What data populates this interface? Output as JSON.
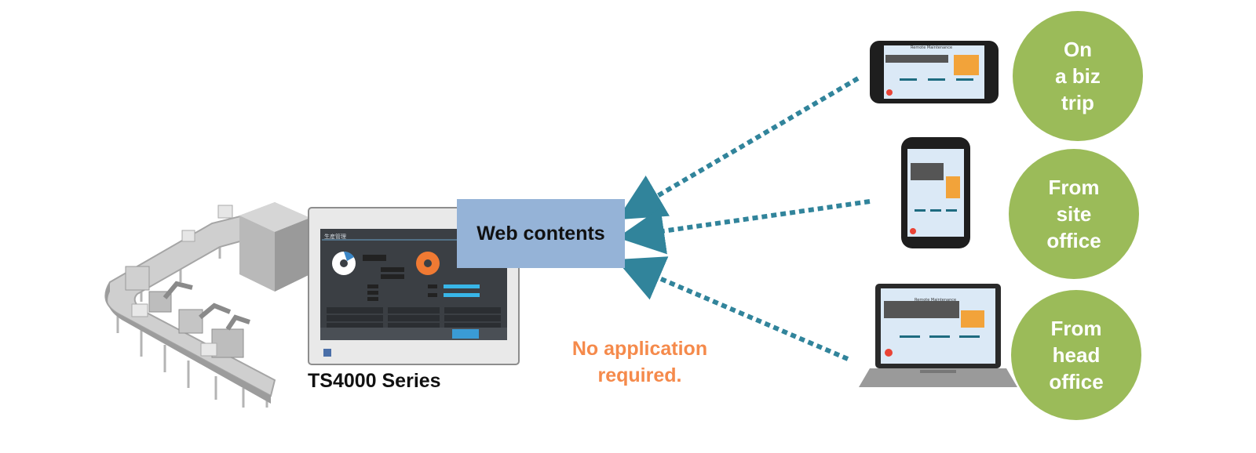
{
  "web_box": {
    "label": "Web contents"
  },
  "device": {
    "series_label": "TS4000 Series",
    "screen_title": "生産管理"
  },
  "note": {
    "line1": "No application",
    "line2": "required."
  },
  "locations": [
    {
      "lines": [
        "On",
        "a biz",
        "trip"
      ]
    },
    {
      "lines": [
        "From",
        "site",
        "office"
      ]
    },
    {
      "lines": [
        "From",
        "head",
        "office"
      ]
    }
  ],
  "devices_screen_title": "Remote Maintenance",
  "colors": {
    "arrow": "#31849b",
    "circle": "#9bbb59",
    "note": "#f58a4b",
    "box": "#95b3d7"
  }
}
